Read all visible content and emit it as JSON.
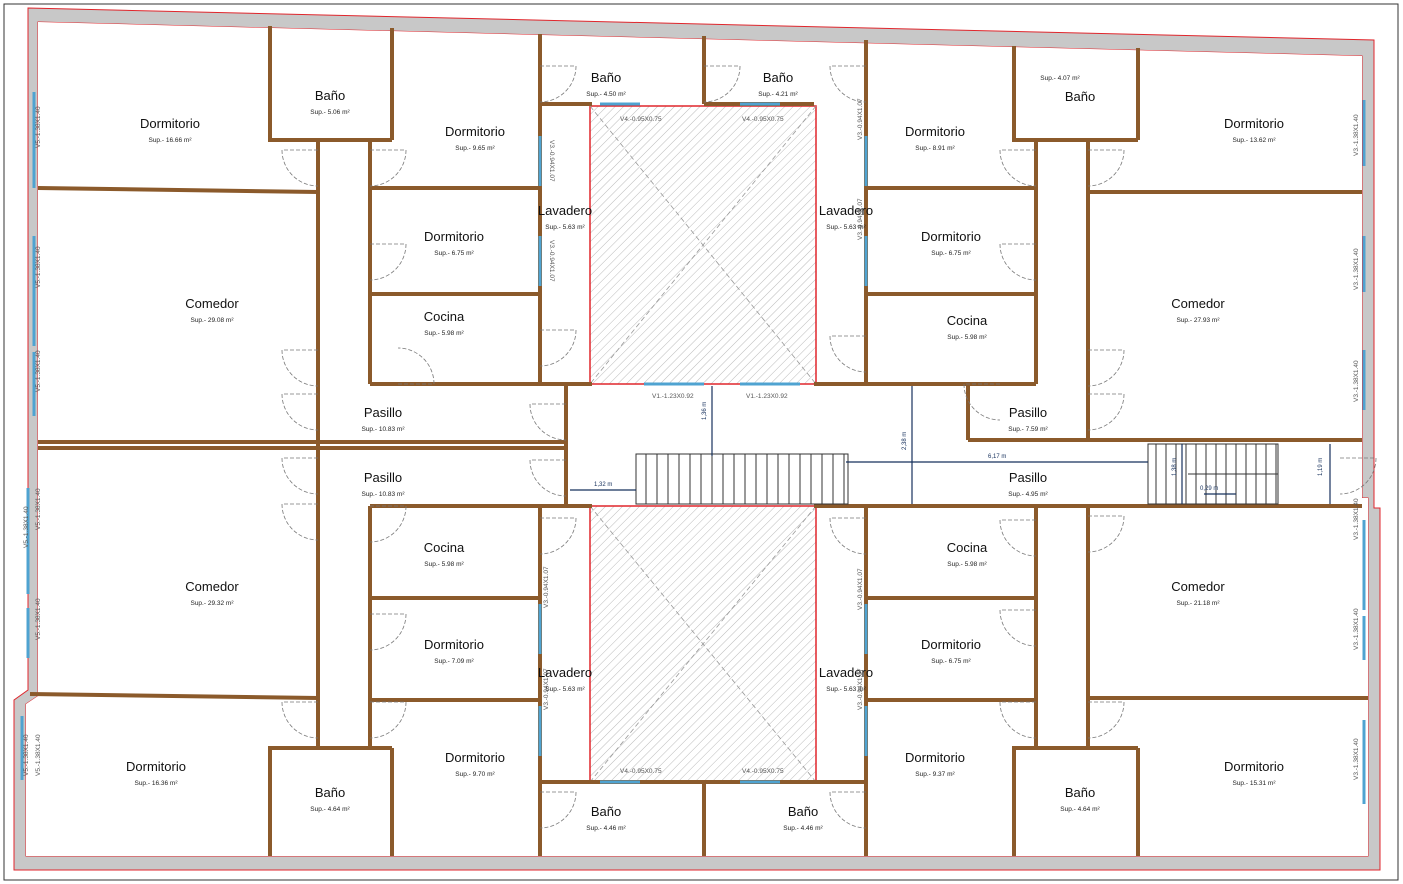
{
  "colors": {
    "wall_fill": "#c8c8c8",
    "wall_line": "#e0262c",
    "inner_wall": "#8b5a2b",
    "window": "#4fa3d1",
    "door": "#777777",
    "dimension": "#16305c",
    "stair_line": "#333333",
    "patio_hatch": "#bbbbbb"
  },
  "rooms": [
    {
      "id": "r1",
      "name": "Dormitorio",
      "area": "16.66"
    },
    {
      "id": "r2",
      "name": "Baño",
      "area": "5.06"
    },
    {
      "id": "r3",
      "name": "Dormitorio",
      "area": "9.65"
    },
    {
      "id": "r4",
      "name": "Baño",
      "area": "4.50"
    },
    {
      "id": "r5",
      "name": "Baño",
      "area": "4.21"
    },
    {
      "id": "r6",
      "name": "Dormitorio",
      "area": "8.91"
    },
    {
      "id": "r7",
      "name": "Baño",
      "area": "4.07"
    },
    {
      "id": "r8",
      "name": "Dormitorio",
      "area": "13.62"
    },
    {
      "id": "r9",
      "name": "Dormitorio",
      "area": "6.75"
    },
    {
      "id": "r10",
      "name": "Lavadero",
      "area": "5.63"
    },
    {
      "id": "r11",
      "name": "Lavadero",
      "area": "5.63"
    },
    {
      "id": "r12",
      "name": "Dormitorio",
      "area": "6.75"
    },
    {
      "id": "r13",
      "name": "Comedor",
      "area": "29.08"
    },
    {
      "id": "r14",
      "name": "Cocina",
      "area": "5.98"
    },
    {
      "id": "r15",
      "name": "Cocina",
      "area": "5.98"
    },
    {
      "id": "r16",
      "name": "Comedor",
      "area": "27.93"
    },
    {
      "id": "r17",
      "name": "Pasillo",
      "area": "10.83"
    },
    {
      "id": "r18",
      "name": "Pasillo",
      "area": "7.59"
    },
    {
      "id": "r19",
      "name": "Pasillo",
      "area": "10.83"
    },
    {
      "id": "r20",
      "name": "Pasillo",
      "area": "4.95"
    },
    {
      "id": "r21",
      "name": "Cocina",
      "area": "5.98"
    },
    {
      "id": "r22",
      "name": "Cocina",
      "area": "5.98"
    },
    {
      "id": "r23",
      "name": "Comedor",
      "area": "29.32"
    },
    {
      "id": "r24",
      "name": "Comedor",
      "area": "21.18"
    },
    {
      "id": "r25",
      "name": "Dormitorio",
      "area": "7.09"
    },
    {
      "id": "r26",
      "name": "Dormitorio",
      "area": "6.75"
    },
    {
      "id": "r27",
      "name": "Lavadero",
      "area": "5.63"
    },
    {
      "id": "r28",
      "name": "Lavadero",
      "area": "5.63"
    },
    {
      "id": "r29",
      "name": "Dormitorio",
      "area": "9.70"
    },
    {
      "id": "r30",
      "name": "Dormitorio",
      "area": "9.37"
    },
    {
      "id": "r31",
      "name": "Dormitorio",
      "area": "16.36"
    },
    {
      "id": "r32",
      "name": "Baño",
      "area": "4.64"
    },
    {
      "id": "r33",
      "name": "Baño",
      "area": "4.64"
    },
    {
      "id": "r34",
      "name": "Dormitorio",
      "area": "15.31"
    },
    {
      "id": "r35",
      "name": "Baño",
      "area": "4.46"
    },
    {
      "id": "r36",
      "name": "Baño",
      "area": "4.46"
    }
  ],
  "area_prefix": "Sup.- ",
  "area_unit": " m²",
  "window_labels": [
    {
      "id": "w1",
      "text": "V4.-0.95X0.75"
    },
    {
      "id": "w2",
      "text": "V4.-0.95X0.75"
    },
    {
      "id": "w3",
      "text": "V1.-1.23X0.92"
    },
    {
      "id": "w4",
      "text": "V1.-1.23X0.92"
    },
    {
      "id": "w5",
      "text": "V4.-0.95X0.75"
    },
    {
      "id": "w6",
      "text": "V4.-0.95X0.75"
    },
    {
      "id": "w7",
      "text": "V3.-0.94X1.07"
    },
    {
      "id": "w8",
      "text": "V3.-0.94X1.07"
    },
    {
      "id": "w9",
      "text": "V3.-0.94X1.07"
    },
    {
      "id": "w10",
      "text": "V3.-0.94X1.07"
    },
    {
      "id": "w11",
      "text": "V3.-0.94X1.07"
    },
    {
      "id": "w12",
      "text": "V3.-0.94X1.07"
    },
    {
      "id": "w13",
      "text": "V3.-0.94X1.07"
    },
    {
      "id": "w14",
      "text": "V3.-0.94X1.07"
    },
    {
      "id": "w15",
      "text": "V5.-1.38X1.40"
    },
    {
      "id": "w16",
      "text": "V5.-1.38X1.40"
    },
    {
      "id": "w17",
      "text": "V5.-1.38X1.40"
    },
    {
      "id": "w18",
      "text": "V5.-1.38X1.40"
    },
    {
      "id": "w19",
      "text": "V5.-1.38X1.40"
    },
    {
      "id": "w20",
      "text": "V5.-1.38X1.40"
    },
    {
      "id": "w21",
      "text": "V5.-1.38X1.40"
    },
    {
      "id": "w22",
      "text": "V5.-1.38X1.40"
    },
    {
      "id": "w23",
      "text": "V3.-1.38X1.40"
    },
    {
      "id": "w24",
      "text": "V3.-1.38X1.40"
    },
    {
      "id": "w25",
      "text": "V3.-1.38X1.40"
    },
    {
      "id": "w26",
      "text": "V3.-1.38X1.40"
    },
    {
      "id": "w27",
      "text": "V3.-1.38X1.40"
    },
    {
      "id": "w28",
      "text": "V3.-1.38X1.40"
    }
  ],
  "dimensions": [
    {
      "id": "d1",
      "text": "1,36 m"
    },
    {
      "id": "d2",
      "text": "2,38 m"
    },
    {
      "id": "d3",
      "text": "6,17 m"
    },
    {
      "id": "d4",
      "text": "1,32 m"
    },
    {
      "id": "d5",
      "text": "1,38 m"
    },
    {
      "id": "d6",
      "text": "1,19 m"
    },
    {
      "id": "d7",
      "text": "0,29 m"
    }
  ]
}
